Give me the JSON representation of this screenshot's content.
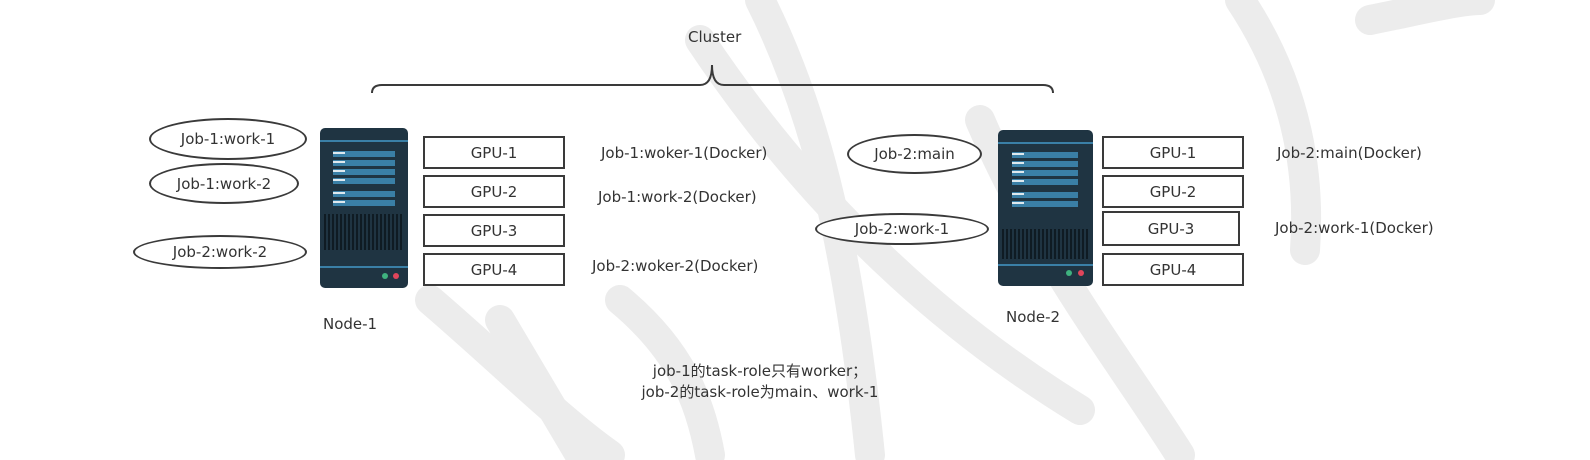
{
  "cluster_label": "Cluster",
  "note_lines": [
    "job-1的task-role只有worker；",
    "job-2的task-role为main、work-1"
  ],
  "colors": {
    "line": "#3a3a3a",
    "server_body": "#1f3442",
    "server_bar": "#3a7fa6",
    "led_green": "#3fb27f",
    "led_red": "#e0455b",
    "watermark": "#ececec"
  },
  "nodes": [
    {
      "name": "Node-1",
      "server_icon": "server-icon",
      "gpus": [
        "GPU-1",
        "GPU-2",
        "GPU-3",
        "GPU-4"
      ],
      "tasks": [
        "Job-1:work-1",
        "Job-1:work-2",
        "Job-2:work-2"
      ],
      "containers": [
        "Job-1:woker-1(Docker)",
        "Job-1:work-2(Docker)",
        "Job-2:woker-2(Docker)"
      ]
    },
    {
      "name": "Node-2",
      "server_icon": "server-icon",
      "gpus": [
        "GPU-1",
        "GPU-2",
        "GPU-3",
        "GPU-4"
      ],
      "tasks": [
        "Job-2:main",
        "Job-2:work-1"
      ],
      "containers": [
        "Job-2:main(Docker)",
        "Job-2:work-1(Docker)"
      ]
    }
  ]
}
